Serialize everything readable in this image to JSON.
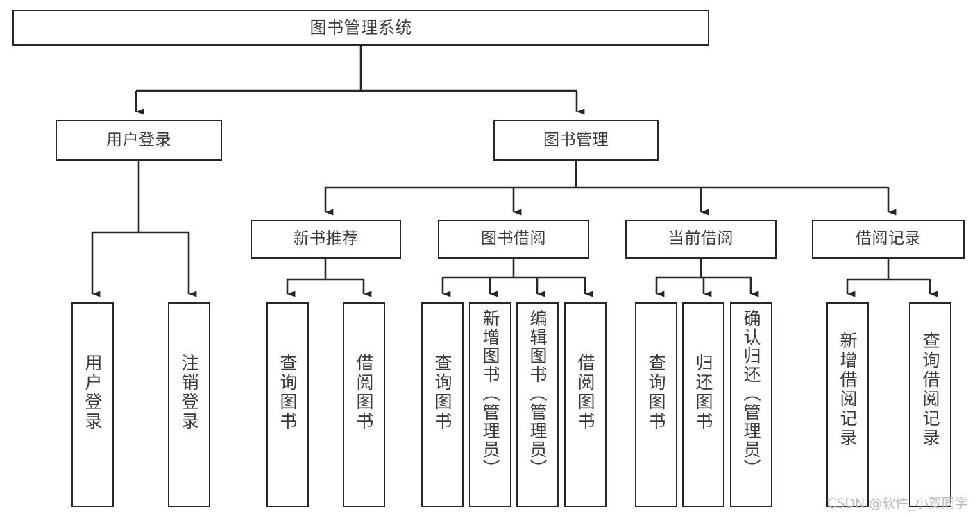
{
  "diagram": {
    "title": "图书管理系统",
    "type": "functional-structure-tree",
    "nodes": {
      "root": {
        "label": "图书管理系统"
      },
      "level2": [
        {
          "id": "user-login",
          "label": "用户登录"
        },
        {
          "id": "book-manage",
          "label": "图书管理"
        }
      ],
      "level3": [
        {
          "id": "new-book-rec",
          "label": "新书推荐"
        },
        {
          "id": "book-borrow",
          "label": "图书借阅"
        },
        {
          "id": "current-borrow",
          "label": "当前借阅"
        },
        {
          "id": "borrow-record",
          "label": "借阅记录"
        }
      ],
      "leaves": [
        {
          "id": "leaf-1",
          "parent": "user-login",
          "label": "用户登录"
        },
        {
          "id": "leaf-2",
          "parent": "user-login",
          "label": "注销登录"
        },
        {
          "id": "leaf-3",
          "parent": "new-book-rec",
          "label": "查询图书"
        },
        {
          "id": "leaf-4",
          "parent": "new-book-rec",
          "label": "借阅图书"
        },
        {
          "id": "leaf-5",
          "parent": "book-borrow",
          "label": "查询图书"
        },
        {
          "id": "leaf-6",
          "parent": "book-borrow",
          "label": "新增图书（管理员）"
        },
        {
          "id": "leaf-7",
          "parent": "book-borrow",
          "label": "编辑图书（管理员）"
        },
        {
          "id": "leaf-8",
          "parent": "book-borrow",
          "label": "借阅图书"
        },
        {
          "id": "leaf-9",
          "parent": "current-borrow",
          "label": "查询图书"
        },
        {
          "id": "leaf-10",
          "parent": "current-borrow",
          "label": "归还图书"
        },
        {
          "id": "leaf-11",
          "parent": "current-borrow",
          "label": "确认归还（管理员）"
        },
        {
          "id": "leaf-12",
          "parent": "borrow-record",
          "label": "新增借阅记录"
        },
        {
          "id": "leaf-13",
          "parent": "borrow-record",
          "label": "查询借阅记录"
        }
      ]
    },
    "colors": {
      "box_border": "#262626",
      "box_fill": "#ffffff",
      "text": "#3a3a3a",
      "connector": "#262626",
      "watermark": "#b9b9b9",
      "background": "#ffffff"
    }
  },
  "watermark": {
    "text": "CSDN @软件_小贺同学"
  }
}
